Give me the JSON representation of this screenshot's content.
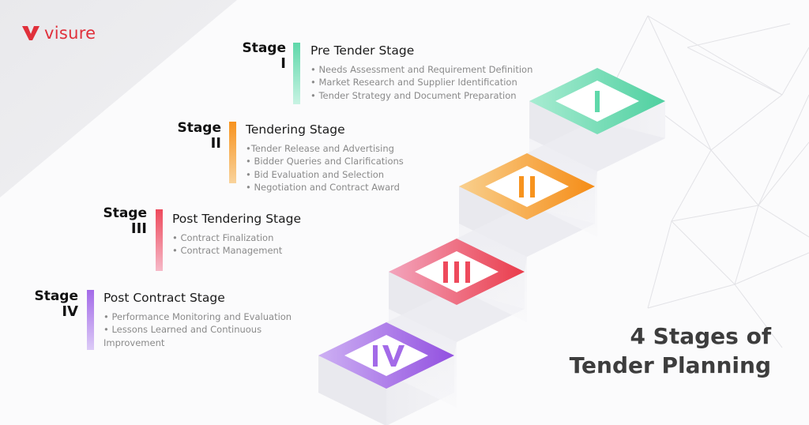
{
  "brand": {
    "name": "visure",
    "color": "#e0303b"
  },
  "headline": {
    "line1": "4 Stages of",
    "line2": "Tender Planning"
  },
  "stages": [
    {
      "word": "Stage",
      "numeral": "I",
      "title": "Pre Tender Stage",
      "color": "#5fd8aa",
      "items": [
        "• Needs Assessment and Requirement Definition",
        "• Market Research and Supplier Identification",
        "• Tender Strategy and Document Preparation"
      ]
    },
    {
      "word": "Stage",
      "numeral": "II",
      "title": "Tendering Stage",
      "color": "#f7931e",
      "items": [
        "•Tender Release and Advertising",
        "• Bidder Queries and Clarifications",
        "• Bid Evaluation and Selection",
        "• Negotiation and Contract Award"
      ]
    },
    {
      "word": "Stage",
      "numeral": "III",
      "title": "Post Tendering Stage",
      "color": "#ee4a5c",
      "items": [
        "• Contract Finalization",
        "• Contract Management"
      ]
    },
    {
      "word": "Stage",
      "numeral": "IV",
      "title": "Post Contract Stage",
      "color": "#a36ae8",
      "items": [
        "• Performance Monitoring and Evaluation",
        "• Lessons Learned and Continuous",
        "Improvement"
      ]
    }
  ]
}
